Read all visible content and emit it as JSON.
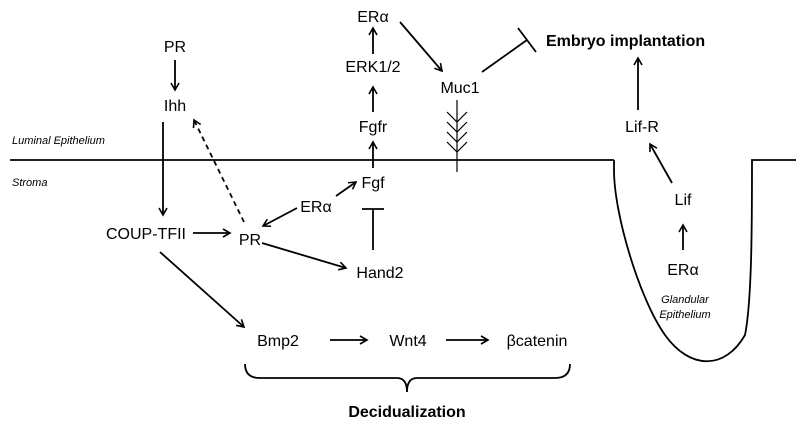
{
  "regions": {
    "luminal": "Luminal Epithelium",
    "stroma": "Stroma",
    "glandular_1": "Glandular",
    "glandular_2": "Epithelium"
  },
  "nodes": {
    "pr_top": "PR",
    "ihh": "Ihh",
    "era_top": "ERα",
    "erk": "ERK1/2",
    "fgfr": "Fgfr",
    "muc1": "Muc1",
    "embryo": "Embryo implantation",
    "lifr": "Lif-R",
    "lif": "Lif",
    "era_gland": "ERα",
    "fgf": "Fgf",
    "era_stroma": "ERα",
    "coup": "COUP-TFII",
    "pr_stroma": "PR",
    "hand2": "Hand2",
    "bmp2": "Bmp2",
    "wnt4": "Wnt4",
    "bcat": "βcatenin",
    "decid": "Decidualization"
  }
}
